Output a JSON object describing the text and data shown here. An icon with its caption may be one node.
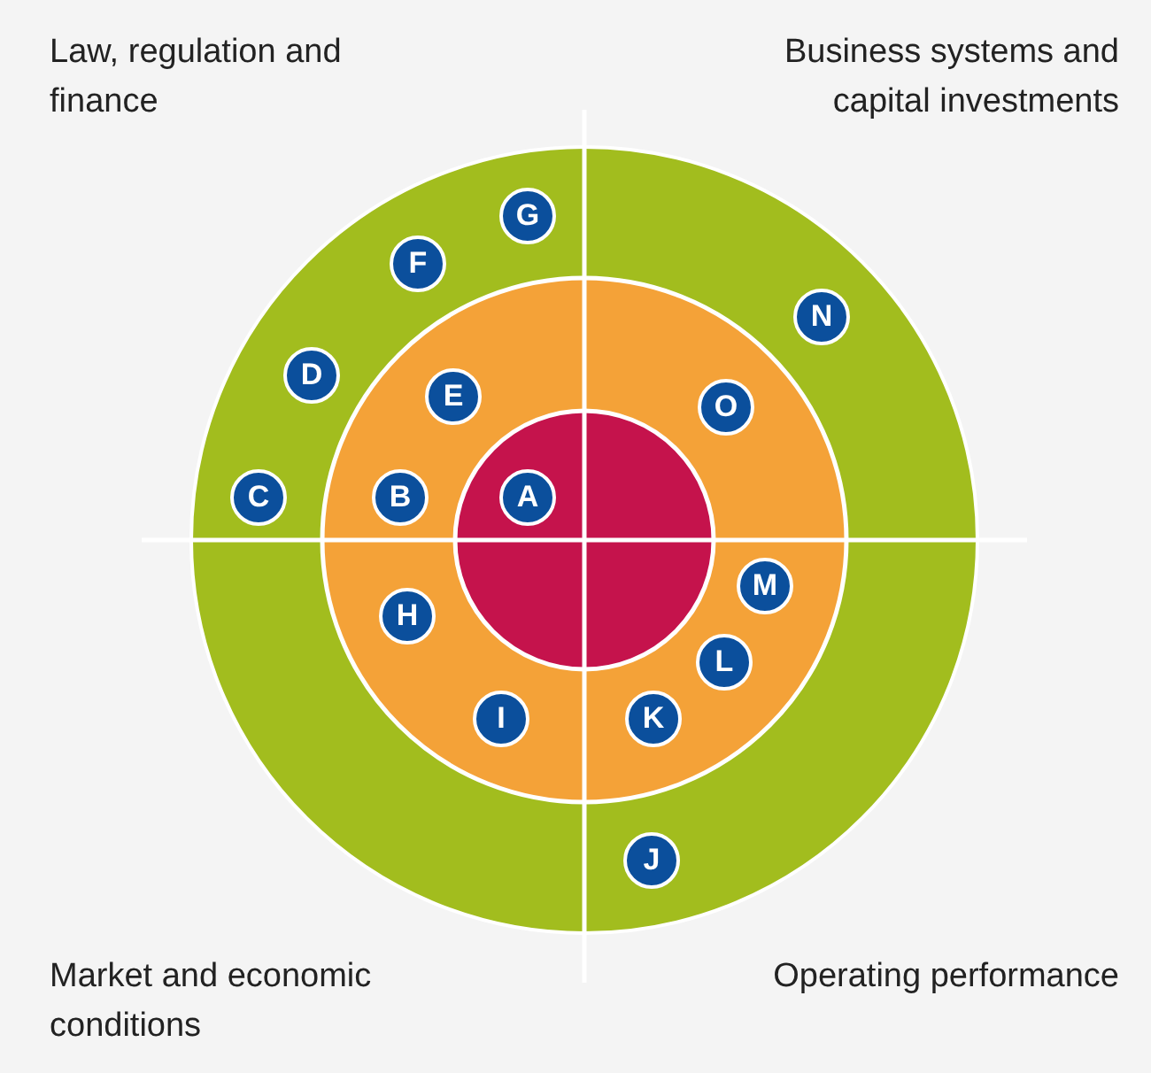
{
  "diagram": {
    "nodes": [
      {
        "text": [
          "G"
        ]
      },
      {
        "text": [
          "F"
        ]
      },
      {
        "text": [
          "N"
        ]
      },
      {
        "text": [
          "D"
        ]
      },
      {
        "text": [
          "E"
        ]
      },
      {
        "text": [
          "O"
        ]
      },
      {
        "text": [
          "C"
        ]
      },
      {
        "text": [
          "B"
        ]
      },
      {
        "text": [
          "A"
        ]
      },
      {
        "text": [
          "M"
        ]
      },
      {
        "text": [
          "H"
        ]
      },
      {
        "text": [
          "L"
        ]
      },
      {
        "text": [
          "I"
        ]
      },
      {
        "text": [
          "K"
        ]
      },
      {
        "text": [
          "J"
        ]
      }
    ],
    "labels": [
      "Law, regulation and finance",
      "Business systems and capital investments",
      "Market and economic conditions",
      "Operating performance"
    ]
  }
}
